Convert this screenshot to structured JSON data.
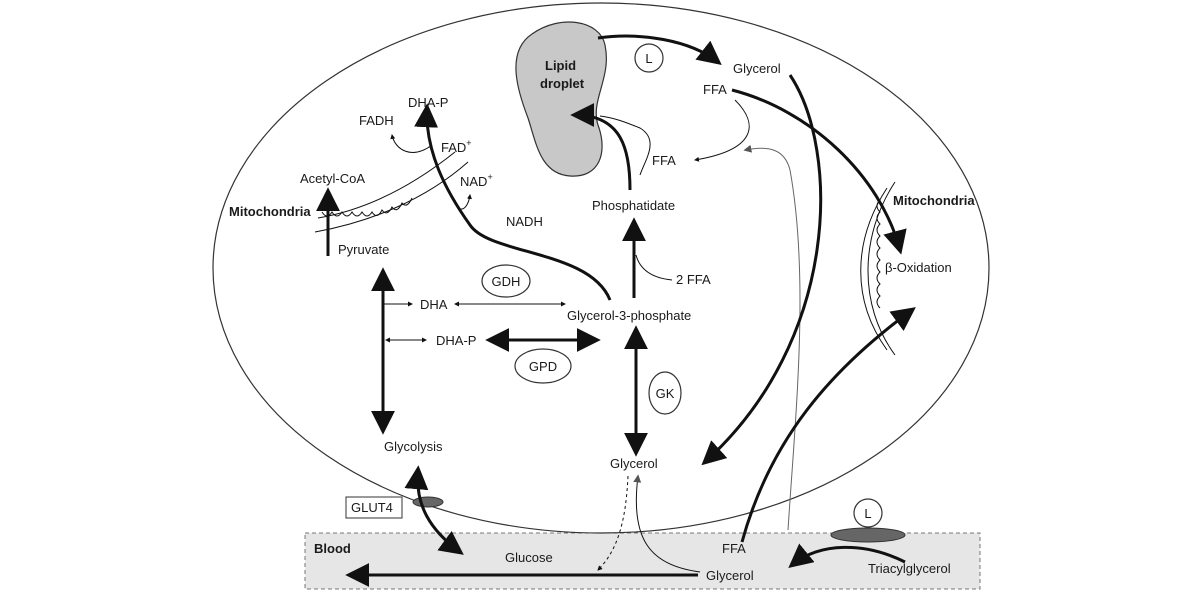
{
  "labels": {
    "lipid_droplet_line1": "Lipid",
    "lipid_droplet_line2": "droplet",
    "lipase_top": "L",
    "glycerol_top": "Glycerol",
    "ffa_top": "FFA",
    "ffa_middle": "FFA",
    "phosphatidate": "Phosphatidate",
    "two_ffa": "2 FFA",
    "glycerol_3_phosphate": "Glycerol-3-phosphate",
    "gk": "GK",
    "glycerol_cell": "Glycerol",
    "dha_p_top": "DHA-P",
    "fadh": "FADH",
    "fad_plus": "FAD",
    "nad_plus": "NAD",
    "plus_sup": "+",
    "acetyl_coa": "Acetyl-CoA",
    "mitochondria_left": "Mitochondria",
    "nadh": "NADH",
    "pyruvate": "Pyruvate",
    "gdh": "GDH",
    "dha": "DHA",
    "dha_p_mid": "DHA-P",
    "gpd": "GPD",
    "glycolysis": "Glycolysis",
    "mitochondria_right": "Mitochondria",
    "beta_oxidation": "β-Oxidation",
    "glut4": "GLUT4",
    "blood": "Blood",
    "glucose": "Glucose",
    "glycerol_blood": "Glycerol",
    "ffa_blood": "FFA",
    "lipase_blood": "L",
    "triacylglycerol": "Triacylglycerol"
  },
  "colors": {
    "blood_band": "#e6e6e6",
    "lipid_droplet": "#c8c8c8",
    "transporter": "#666666",
    "ink": "#111111"
  }
}
